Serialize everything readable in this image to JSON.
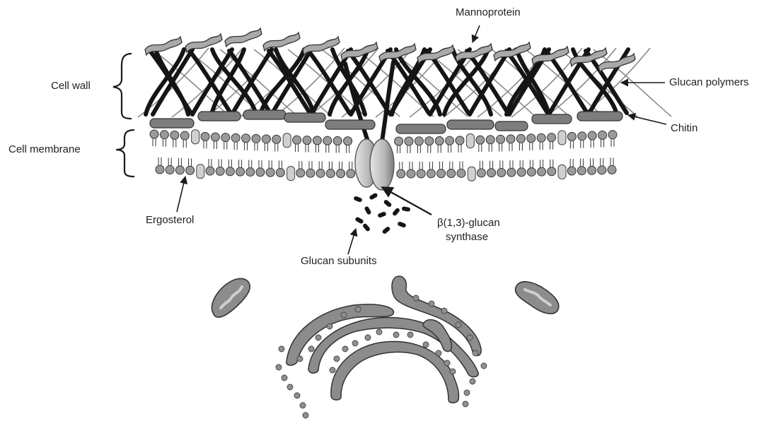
{
  "labels": {
    "cell_wall": "Cell wall",
    "cell_membrane": "Cell membrane",
    "mannoprotein": "Mannoprotein",
    "glucan_polymers": "Glucan polymers",
    "chitin": "Chitin",
    "ergosterol": "Ergosterol",
    "synthase_line1": "β(1,3)-glucan",
    "synthase_line2": "synthase",
    "glucan_subunits": "Glucan subunits"
  },
  "colors": {
    "ink": "#1a1a1a",
    "glucan": "#151515",
    "glucan_thin": "#8a8a8a",
    "mannoprotein": "#a9a9a9",
    "chitin": "#7d7d7d",
    "lipid_head": "#9a9a9a",
    "ergosterol": "#d0d0d0",
    "enzyme": "#b4b4b4",
    "er": "#8c8c8c",
    "ribosome": "#8f8f8f"
  }
}
